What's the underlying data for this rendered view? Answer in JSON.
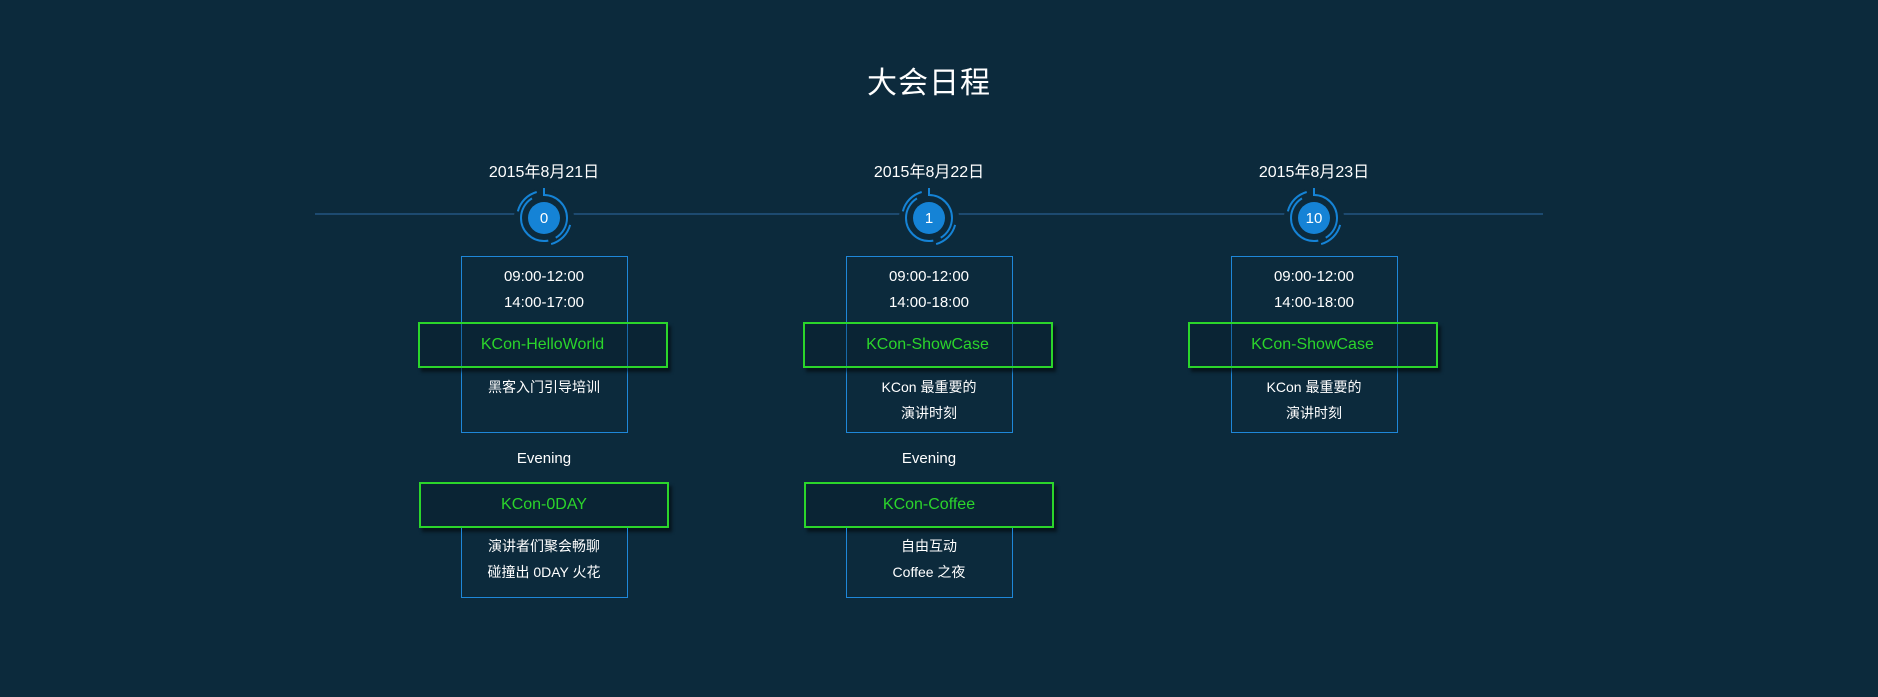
{
  "title": "大会日程",
  "colors": {
    "background": "#0c2a3c",
    "blue_border": "#1e87d9",
    "green_accent": "#2bd52b",
    "timeline_line": "#1d4a70",
    "badge_fill": "#1583d6",
    "text": "#ffffff"
  },
  "days": [
    {
      "date": "2015年8月21日",
      "badge": "0",
      "day": {
        "times": [
          "09:00-12:00",
          "14:00-17:00"
        ],
        "event": "KCon-HelloWorld",
        "desc": [
          "黑客入门引导培训"
        ]
      },
      "evening": {
        "label": "Evening",
        "event": "KCon-0DAY",
        "desc": [
          "演讲者们聚会畅聊",
          "碰撞出 0DAY 火花"
        ]
      }
    },
    {
      "date": "2015年8月22日",
      "badge": "1",
      "day": {
        "times": [
          "09:00-12:00",
          "14:00-18:00"
        ],
        "event": "KCon-ShowCase",
        "desc": [
          "KCon 最重要的",
          "演讲时刻"
        ]
      },
      "evening": {
        "label": "Evening",
        "event": "KCon-Coffee",
        "desc": [
          "自由互动",
          "Coffee 之夜"
        ]
      }
    },
    {
      "date": "2015年8月23日",
      "badge": "10",
      "day": {
        "times": [
          "09:00-12:00",
          "14:00-18:00"
        ],
        "event": "KCon-ShowCase",
        "desc": [
          "KCon 最重要的",
          "演讲时刻"
        ]
      }
    }
  ]
}
